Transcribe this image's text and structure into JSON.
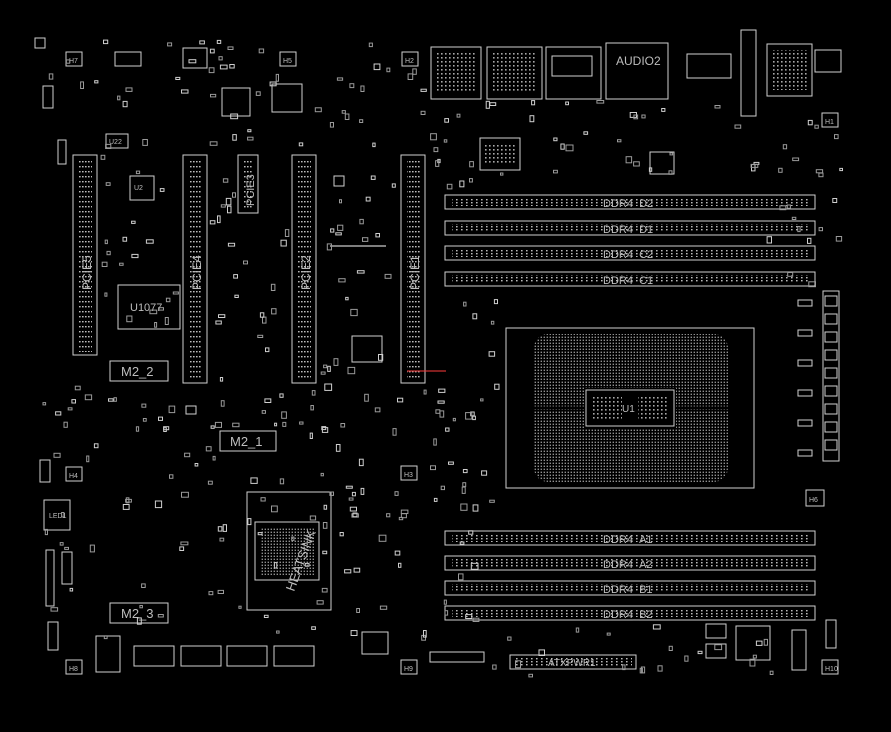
{
  "board": {
    "pcie_slots": [
      "PCIE5",
      "PCIE4",
      "PCIE3",
      "PCIE2",
      "PCIE1"
    ],
    "dimm_slots_top": [
      "DDR4_D2",
      "DDR4_D1",
      "DDR4_C2",
      "DDR4_C1"
    ],
    "dimm_slots_bottom": [
      "DDR4_A1",
      "DDR4_A2",
      "DDR4_B1",
      "DDR4_B2"
    ],
    "m2_slots": [
      "M2_2",
      "M2_1",
      "M2_3"
    ],
    "chips": {
      "u1077": "U1077",
      "u2": "U2",
      "u22": "U22",
      "audio": "AUDIO2",
      "atx": "ATXPWR1",
      "led": "LED1",
      "heatsink": "HEATSINK",
      "cpu": "U1"
    },
    "holes": [
      "H7",
      "H5",
      "H2",
      "H1",
      "H4",
      "H3",
      "H6",
      "H8",
      "H9",
      "H10"
    ],
    "colors": {
      "background": "#000000",
      "outline": "#cfcfcf",
      "accent": "#ff3b3b"
    }
  }
}
